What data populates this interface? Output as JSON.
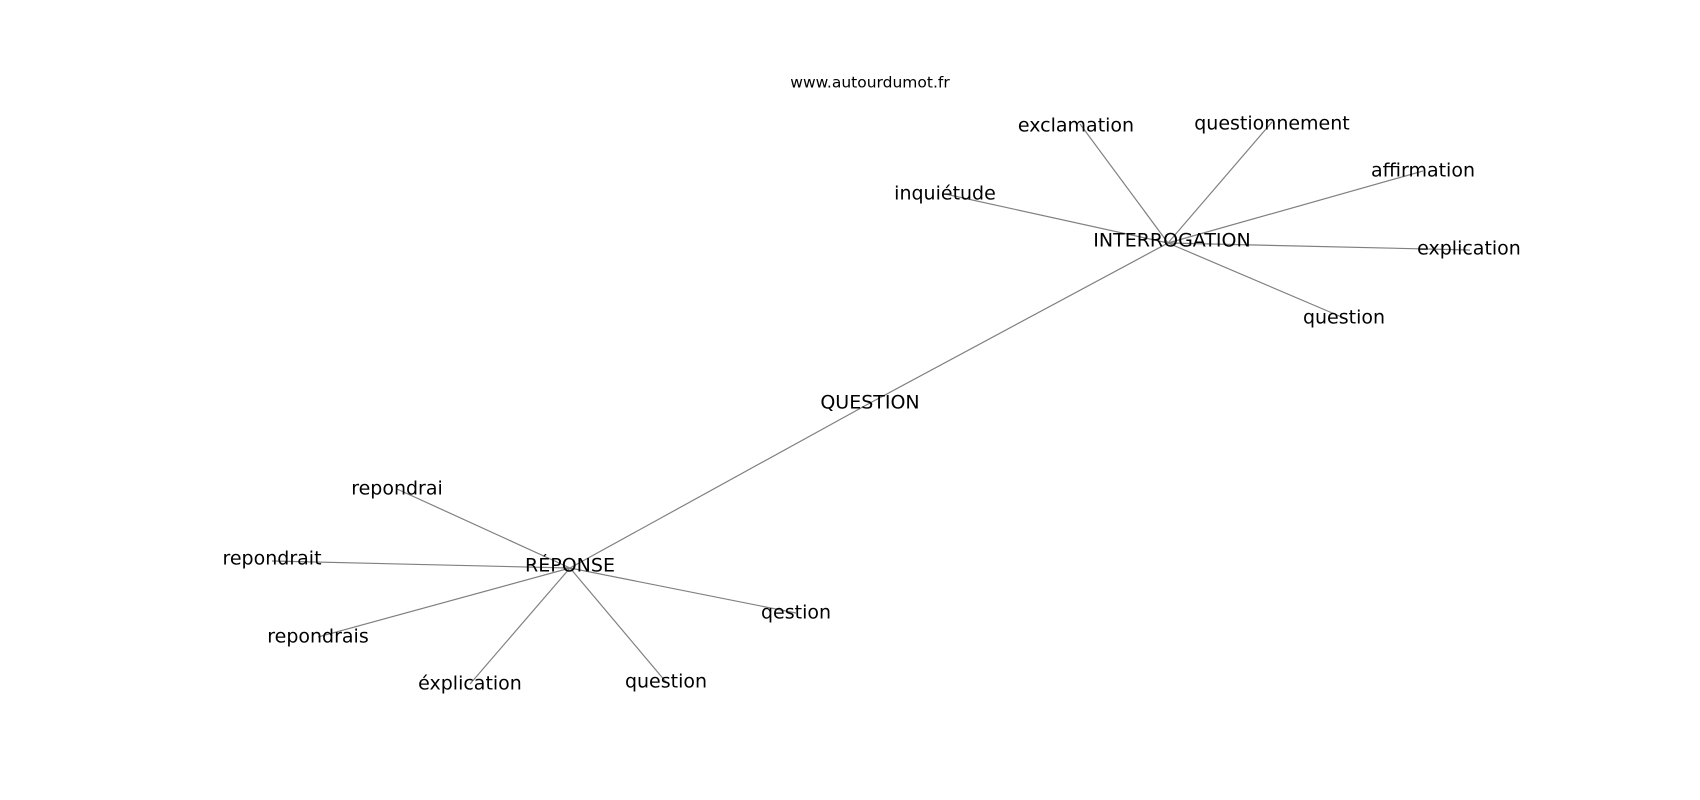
{
  "source": "www.autourdumot.fr",
  "graph": {
    "center": "QUESTION",
    "hubs": [
      "INTERROGATION",
      "RÉPONSE"
    ],
    "nodes": [
      {
        "id": "QUESTION",
        "label": "QUESTION"
      },
      {
        "id": "INTERROGATION",
        "label": "INTERROGATION"
      },
      {
        "id": "REPONSE",
        "label": "RÉPONSE"
      },
      {
        "id": "exclamation",
        "label": "exclamation"
      },
      {
        "id": "questionnement",
        "label": "questionnement"
      },
      {
        "id": "affirmation",
        "label": "affirmation"
      },
      {
        "id": "inquietude",
        "label": "inquiétude"
      },
      {
        "id": "explication",
        "label": "explication"
      },
      {
        "id": "question-i",
        "label": "question"
      },
      {
        "id": "repondrai",
        "label": "repondrai"
      },
      {
        "id": "repondrait",
        "label": "repondrait"
      },
      {
        "id": "repondrais",
        "label": "repondrais"
      },
      {
        "id": "explication-accent",
        "label": "éxplication"
      },
      {
        "id": "question-r",
        "label": "question"
      },
      {
        "id": "qestion",
        "label": "qestion"
      }
    ],
    "edges": [
      [
        "QUESTION",
        "INTERROGATION"
      ],
      [
        "QUESTION",
        "REPONSE"
      ],
      [
        "INTERROGATION",
        "exclamation"
      ],
      [
        "INTERROGATION",
        "questionnement"
      ],
      [
        "INTERROGATION",
        "affirmation"
      ],
      [
        "INTERROGATION",
        "inquietude"
      ],
      [
        "INTERROGATION",
        "explication"
      ],
      [
        "INTERROGATION",
        "question-i"
      ],
      [
        "REPONSE",
        "repondrai"
      ],
      [
        "REPONSE",
        "repondrait"
      ],
      [
        "REPONSE",
        "repondrais"
      ],
      [
        "REPONSE",
        "explication-accent"
      ],
      [
        "REPONSE",
        "question-r"
      ],
      [
        "REPONSE",
        "qestion"
      ]
    ]
  }
}
